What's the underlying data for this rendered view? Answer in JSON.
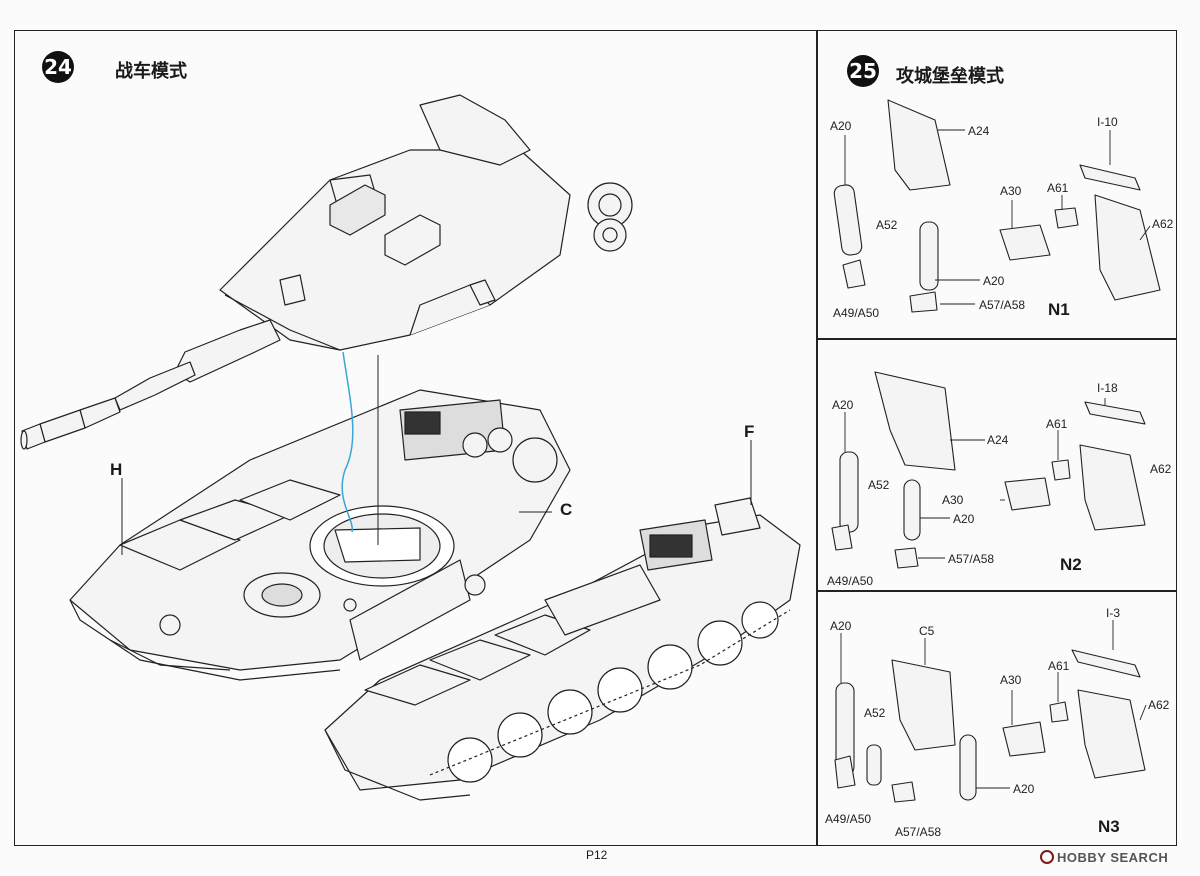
{
  "step24": {
    "number": "24",
    "title": "战车模式",
    "labels": {
      "h": "H",
      "c": "C",
      "f": "F"
    }
  },
  "step25": {
    "number": "25",
    "title": "攻城堡垒模式",
    "panels": [
      {
        "id": "N1",
        "labels": {
          "a20_top": "A20",
          "a24": "A24",
          "i": "I-10",
          "a30": "A30",
          "a61": "A61",
          "a52": "A52",
          "a62": "A62",
          "a20_bottom": "A20",
          "a49": "A49/A50",
          "a57": "A57/A58"
        }
      },
      {
        "id": "N2",
        "labels": {
          "a20_top": "A20",
          "a24": "A24",
          "i": "I-18",
          "a61": "A61",
          "a62": "A62",
          "a52": "A52",
          "a30": "A30",
          "a20_bottom": "A20",
          "a49": "A49/A50",
          "a57": "A57/A58"
        }
      },
      {
        "id": "N3",
        "labels": {
          "a20_top": "A20",
          "c5": "C5",
          "i": "I-3",
          "a30": "A30",
          "a61": "A61",
          "a52": "A52",
          "a62": "A62",
          "a20_bottom": "A20",
          "a49": "A49/A50",
          "a57": "A57/A58"
        }
      }
    ]
  },
  "page": "P12",
  "watermark": "HOBBY SEARCH",
  "colors": {
    "line": "#222222",
    "guide": "#3aa6d8",
    "part_fill": "#f4f4f4"
  }
}
